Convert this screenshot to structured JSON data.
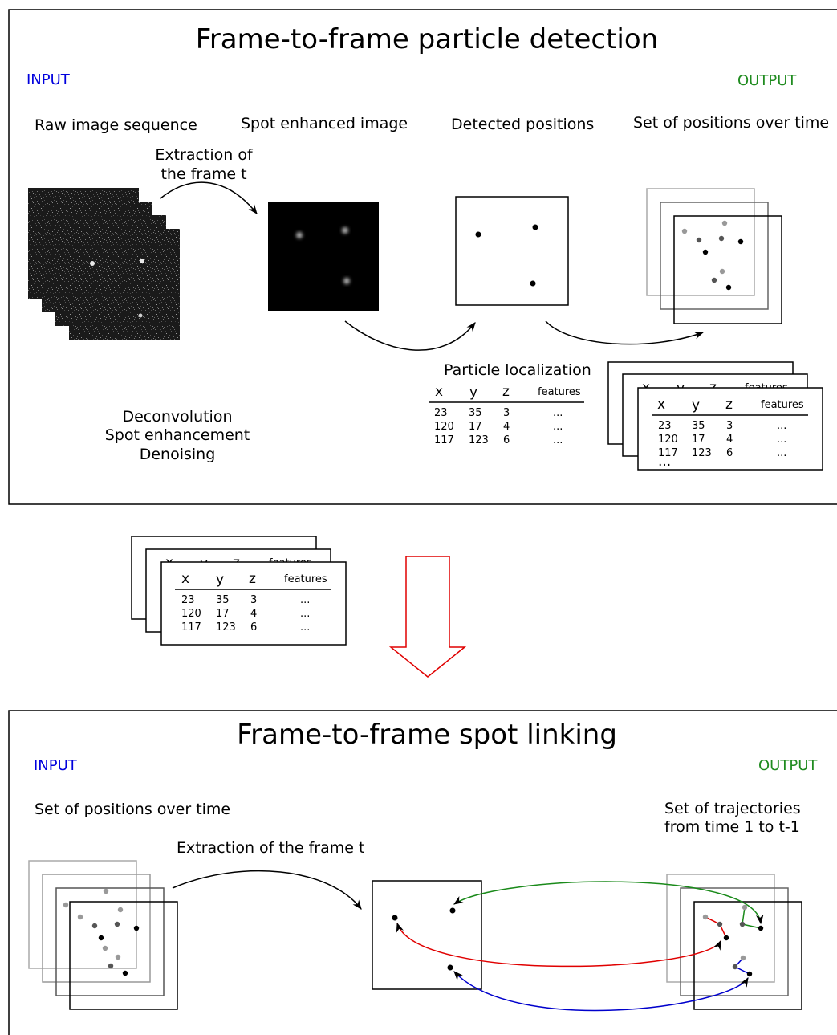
{
  "colors": {
    "input": "#0000dd",
    "output": "#1f8b1f",
    "red_link": "#e00000",
    "green_link": "#1a8a1a",
    "blue_link": "#0000cc",
    "down_arrow": "#e00000"
  },
  "panel1": {
    "title": "Frame-to-frame particle detection",
    "input_label": "INPUT",
    "output_label": "OUTPUT",
    "col_raw": "Raw image sequence",
    "col_spot": "Spot enhanced image",
    "col_detected": "Detected positions",
    "col_set": "Set of positions over time",
    "extraction_line1": "Extraction of",
    "extraction_line2": "the frame t",
    "processing": [
      "Deconvolution",
      "Spot enhancement",
      "Denoising"
    ],
    "localization": "Particle localization"
  },
  "table": {
    "headers": [
      "x",
      "y",
      "z",
      "features"
    ],
    "rows": [
      [
        "23",
        "35",
        "3",
        "..."
      ],
      [
        "120",
        "17",
        "4",
        "..."
      ],
      [
        "117",
        "123",
        "6",
        "..."
      ]
    ],
    "more": "..."
  },
  "panel2": {
    "title": "Frame-to-frame spot linking",
    "input_label": "INPUT",
    "output_label": "OUTPUT",
    "col_set": "Set of positions over time",
    "extraction": "Extraction of the frame t",
    "out_line1": "Set of trajectories",
    "out_line2": "from time 1 to t-1"
  }
}
